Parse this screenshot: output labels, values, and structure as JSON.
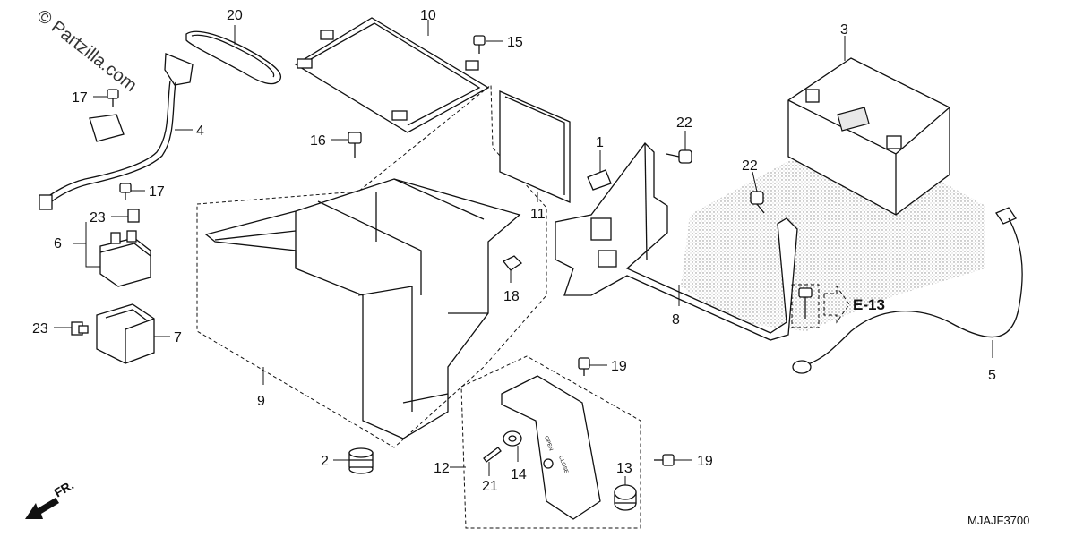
{
  "watermark": "© Partzilla.com",
  "diagram_code": "MJAJF3700",
  "direction_label": "FR.",
  "reference_label": "E-13",
  "callouts": {
    "c1": "1",
    "c2": "2",
    "c3": "3",
    "c4": "4",
    "c5": "5",
    "c6": "6",
    "c7": "7",
    "c8": "8",
    "c9": "9",
    "c10": "10",
    "c11": "11",
    "c12": "12",
    "c13": "13",
    "c14": "14",
    "c15": "15",
    "c16": "16",
    "c17a": "17",
    "c17b": "17",
    "c18": "18",
    "c19a": "19",
    "c19b": "19",
    "c20": "20",
    "c21": "21",
    "c22a": "22",
    "c22b": "22",
    "c23a": "23",
    "c23b": "23"
  },
  "cover_text": {
    "open": "OPEN",
    "close": "CLOSE"
  }
}
